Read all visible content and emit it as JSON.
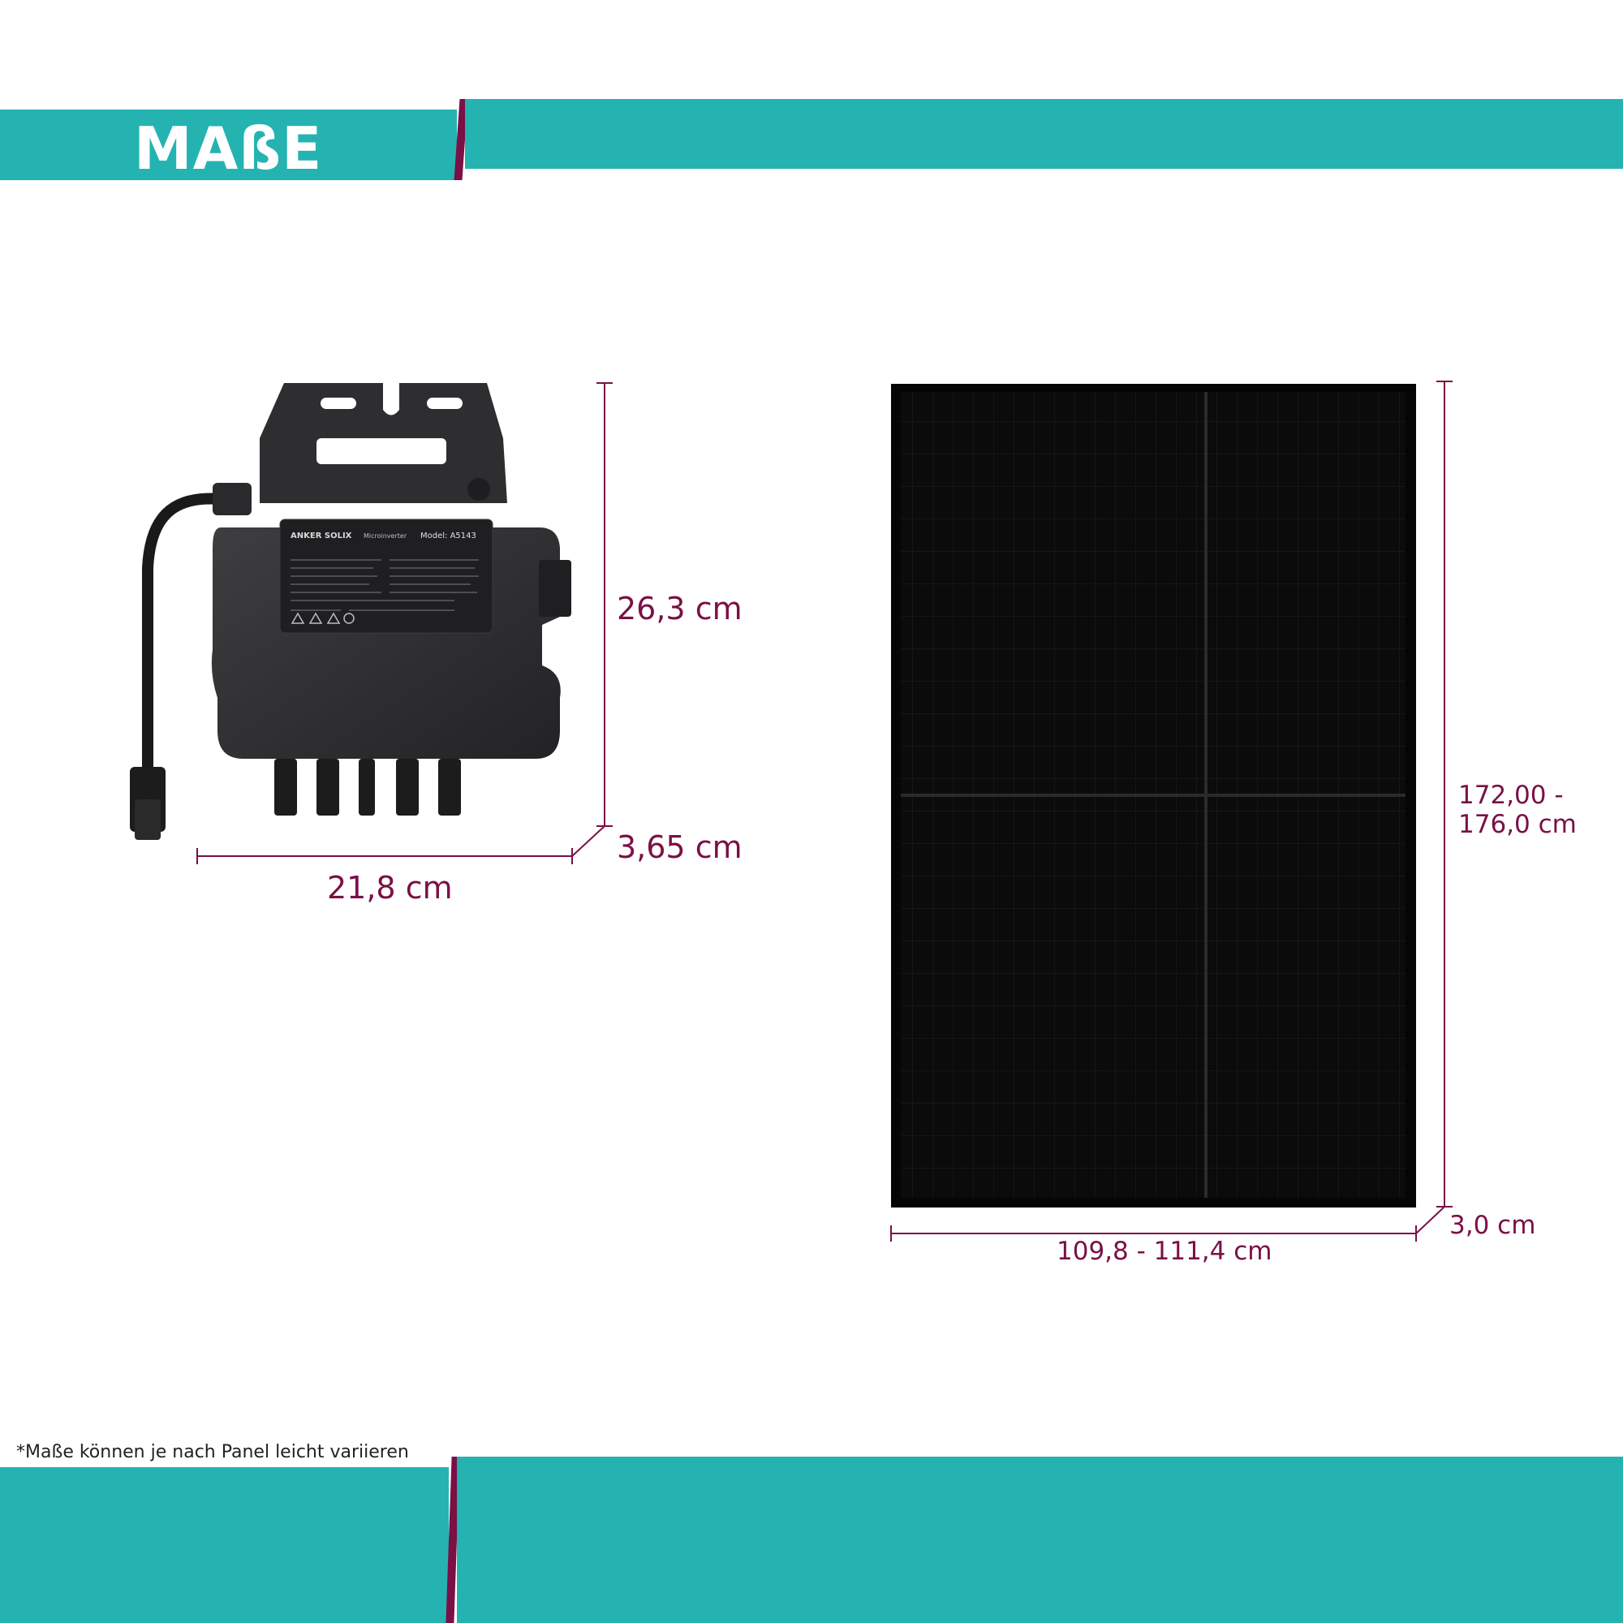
{
  "header": {
    "title": "MAßE"
  },
  "colors": {
    "teal": "#24b3b1",
    "accent": "#7a1046",
    "dimension": "#7a1046"
  },
  "inverter": {
    "icon": "microinverter-image",
    "brand": "ANKER SOLIX",
    "model": "Model: A5143",
    "product_label": "Microinverter",
    "height_label": "26,3 cm",
    "depth_label": "3,65 cm",
    "width_label": "21,8 cm"
  },
  "panel": {
    "icon": "solar-panel-image",
    "height_label_line1": "172,00 -",
    "height_label_line2": "176,0 cm",
    "depth_label": "3,0 cm",
    "width_label": "109,8 - 111,4 cm"
  },
  "footer": {
    "footnote": "*Maße können je nach Panel leicht variieren"
  }
}
